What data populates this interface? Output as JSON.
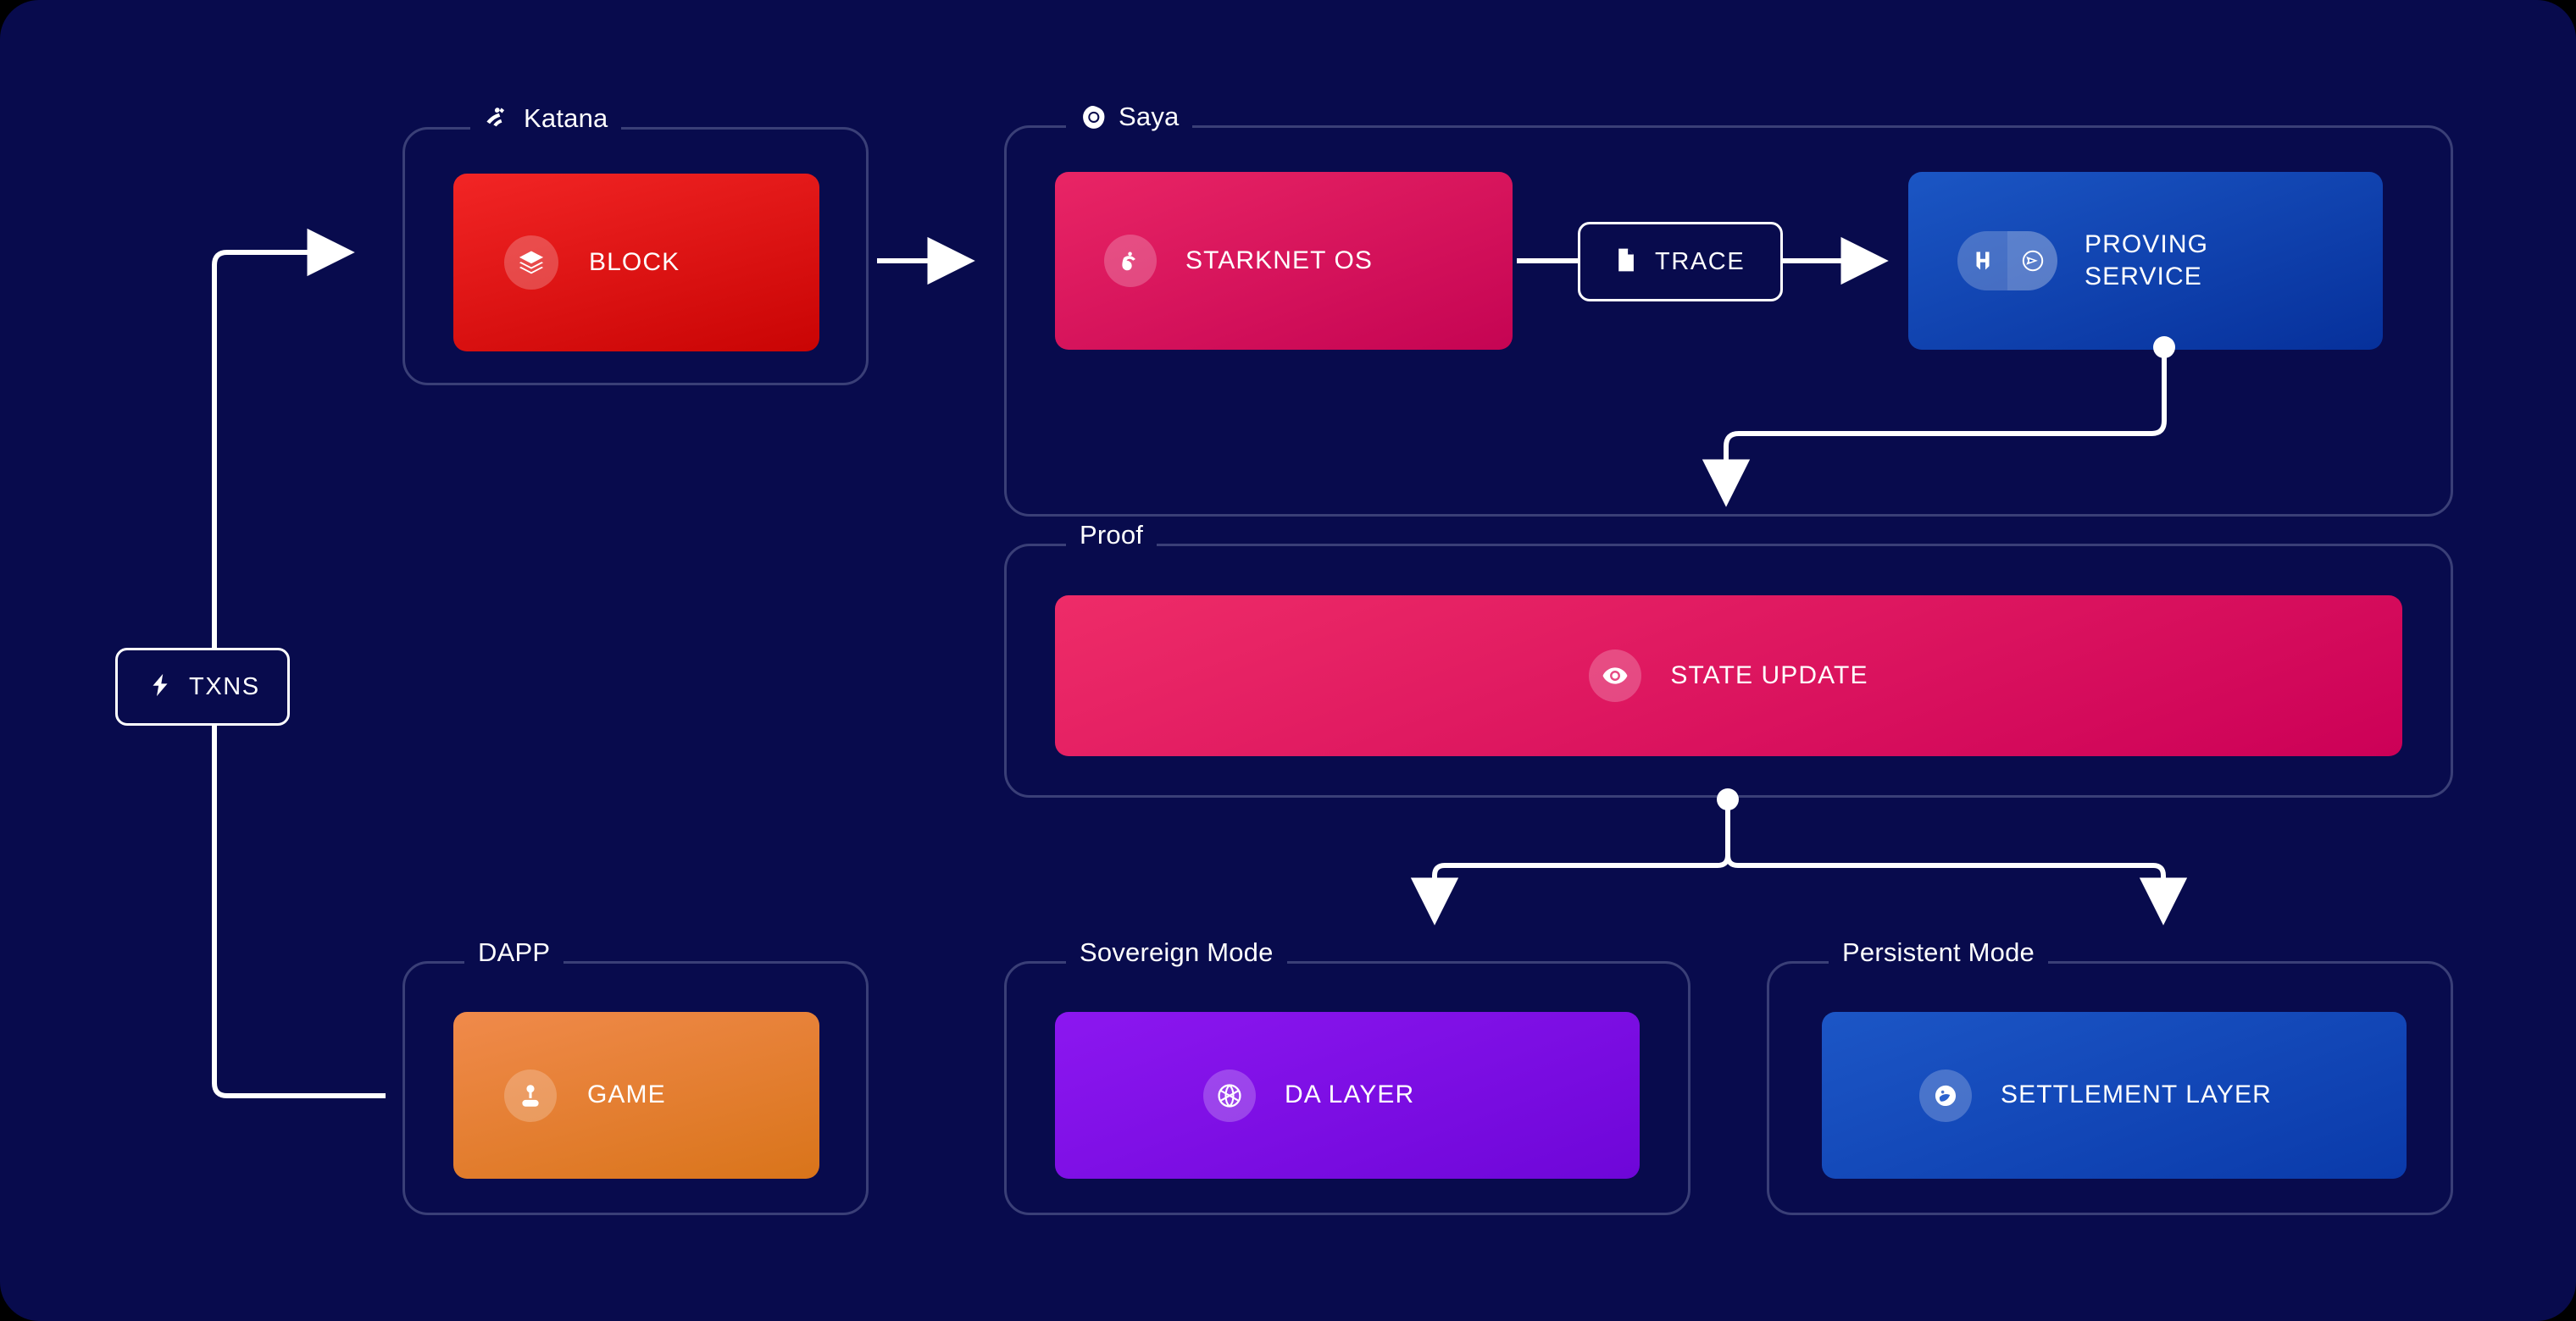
{
  "page": {
    "background": "#080B4D",
    "frame_border_color": "#3A3F77",
    "wire_color": "#FFFFFF"
  },
  "groups": [
    {
      "key": "katana",
      "label": "Katana",
      "icon": "katana-logo-icon"
    },
    {
      "key": "saya",
      "label": "Saya",
      "icon": "saya-logo-icon"
    },
    {
      "key": "proof",
      "label": "Proof",
      "icon": ""
    },
    {
      "key": "dapp",
      "label": "DAPP",
      "icon": ""
    },
    {
      "key": "sovereign",
      "label": "Sovereign Mode",
      "icon": ""
    },
    {
      "key": "persistent",
      "label": "Persistent Mode",
      "icon": ""
    }
  ],
  "nodes": {
    "txns": {
      "label": "TXNS",
      "icon": "lightning-bolt-icon",
      "style": "outline"
    },
    "block": {
      "label": "BLOCK",
      "icon": "layers-stack-icon",
      "color_from": "#F22525",
      "color_to": "#C90404"
    },
    "starknet_os": {
      "label": "STARKNET OS",
      "icon": "starknet-icon",
      "color_from": "#E92565",
      "color_to": "#C50453"
    },
    "trace": {
      "label": "TRACE",
      "icon": "document-file-icon",
      "style": "outline"
    },
    "proving_service": {
      "label": "PROVING\nSERVICE",
      "icon": "herodotus-atlantic-split-icon",
      "color_from": "#1B56C4",
      "color_to": "#06309B"
    },
    "state_update": {
      "label": "STATE UPDATE",
      "icon": "eye-icon",
      "color_from": "#EE2C68",
      "color_to": "#CC0057"
    },
    "game": {
      "label": "GAME",
      "icon": "joystick-icon",
      "color_from": "#F08A4B",
      "color_to": "#D9741A"
    },
    "da_layer": {
      "label": "DA LAYER",
      "icon": "celestia-globe-icon",
      "color_from": "#8C17F0",
      "color_to": "#6E06D8"
    },
    "settlement_layer": {
      "label": "SETTLEMENT LAYER",
      "icon": "starknet-swirl-icon",
      "color_from": "#1C56C6",
      "color_to": "#0A3AAA"
    }
  },
  "connections": [
    {
      "from": "txns",
      "to": "block",
      "type": "arrow"
    },
    {
      "from": "block",
      "to": "starknet_os",
      "type": "arrow"
    },
    {
      "from": "starknet_os",
      "to": "trace",
      "type": "line"
    },
    {
      "from": "trace",
      "to": "proving_service",
      "type": "arrow"
    },
    {
      "from": "proving_service",
      "to": "state_update",
      "type": "arrow-dot"
    },
    {
      "from": "state_update",
      "to": "da_layer",
      "type": "arrow-dot-branch"
    },
    {
      "from": "state_update",
      "to": "settlement_layer",
      "type": "arrow-dot-branch"
    },
    {
      "from": "game",
      "to": "txns",
      "type": "line"
    }
  ]
}
